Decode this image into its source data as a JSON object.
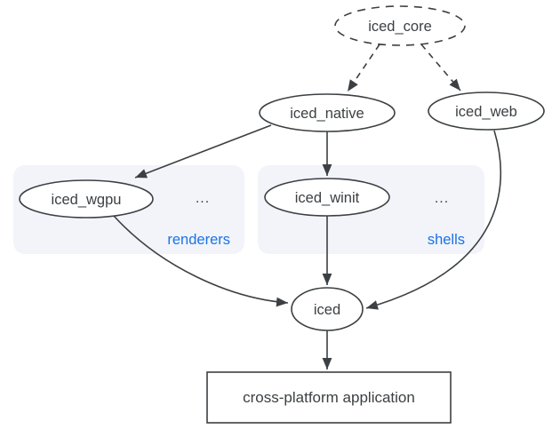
{
  "diagram": {
    "background": "#ffffff",
    "stroke_color": "#3c4043",
    "text_color": "#3c4043",
    "accent_color": "#1a73e8",
    "group_fill": "#f2f4f9",
    "node_fill": "#ffffff",
    "nodes": {
      "core": {
        "label": "iced_core",
        "border": "dashed"
      },
      "native": {
        "label": "iced_native",
        "border": "solid"
      },
      "web": {
        "label": "iced_web",
        "border": "solid"
      },
      "wgpu": {
        "label": "iced_wgpu",
        "border": "solid"
      },
      "winit": {
        "label": "iced_winit",
        "border": "solid"
      },
      "iced": {
        "label": "iced",
        "border": "solid"
      },
      "app": {
        "label": "cross-platform application",
        "border": "solid",
        "shape": "rectangle"
      }
    },
    "groups": {
      "renderers": {
        "label": "renderers",
        "ellipsis": "..."
      },
      "shells": {
        "label": "shells",
        "ellipsis": "..."
      }
    },
    "edges": [
      {
        "from": "iced_core",
        "to": "iced_native",
        "style": "dashed"
      },
      {
        "from": "iced_core",
        "to": "iced_web",
        "style": "dashed"
      },
      {
        "from": "iced_native",
        "to": "iced_wgpu",
        "style": "solid"
      },
      {
        "from": "iced_native",
        "to": "iced_winit",
        "style": "solid"
      },
      {
        "from": "iced_wgpu",
        "to": "iced",
        "style": "solid"
      },
      {
        "from": "iced_winit",
        "to": "iced",
        "style": "solid"
      },
      {
        "from": "iced_web",
        "to": "iced",
        "style": "solid"
      },
      {
        "from": "iced",
        "to": "cross-platform application",
        "style": "solid"
      }
    ]
  }
}
